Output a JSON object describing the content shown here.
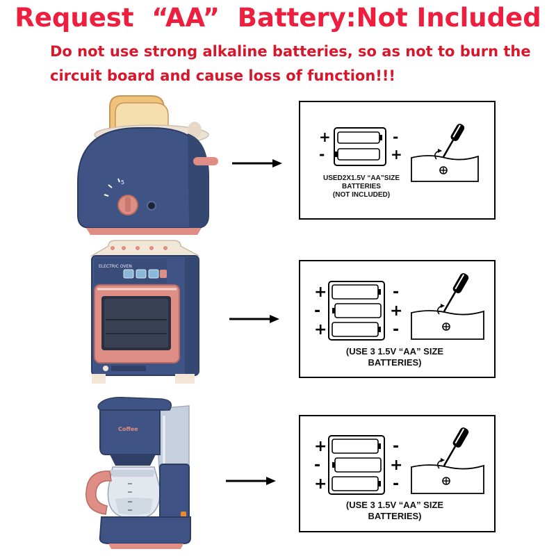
{
  "header": {
    "title_part1": "Request",
    "title_part2": "“AA”",
    "title_part3": "Battery:Not Included",
    "warning_line1": "Do not use strong alkaline batteries, so as not to burn the",
    "warning_line2": "circuit board and cause loss of function!!!",
    "accent_color": "#ee1e3e",
    "warning_color": "#d8162c"
  },
  "products": [
    {
      "name": "toaster",
      "caption_lines": [
        "USED2X1.5V “AA”SIZE",
        "BATTERIES",
        "(NOT INCLUDED)"
      ],
      "battery_count": 2,
      "polarity": [
        [
          "+",
          "-"
        ],
        [
          "-",
          "+"
        ]
      ]
    },
    {
      "name": "oven",
      "oven_label": "ELECTRIC OVEN",
      "caption_lines": [
        "(USE 3  1.5V “AA” SIZE",
        "BATTERIES)"
      ],
      "battery_count": 3,
      "polarity": [
        [
          "+",
          "-"
        ],
        [
          "-",
          "+"
        ],
        [
          "+",
          "-"
        ]
      ]
    },
    {
      "name": "coffee-maker",
      "brand_label": "Coffee",
      "caption_lines": [
        "(USE 3  1.5V “AA” SIZE",
        "BATTERIES)"
      ],
      "battery_count": 3,
      "polarity": [
        [
          "+",
          "-"
        ],
        [
          "-",
          "+"
        ],
        [
          "+",
          "-"
        ]
      ]
    }
  ],
  "colors": {
    "toy_navy": "#3f5484",
    "toy_pink": "#de8e84",
    "toy_cream": "#f2e6d6",
    "toast": "#efc37a"
  }
}
